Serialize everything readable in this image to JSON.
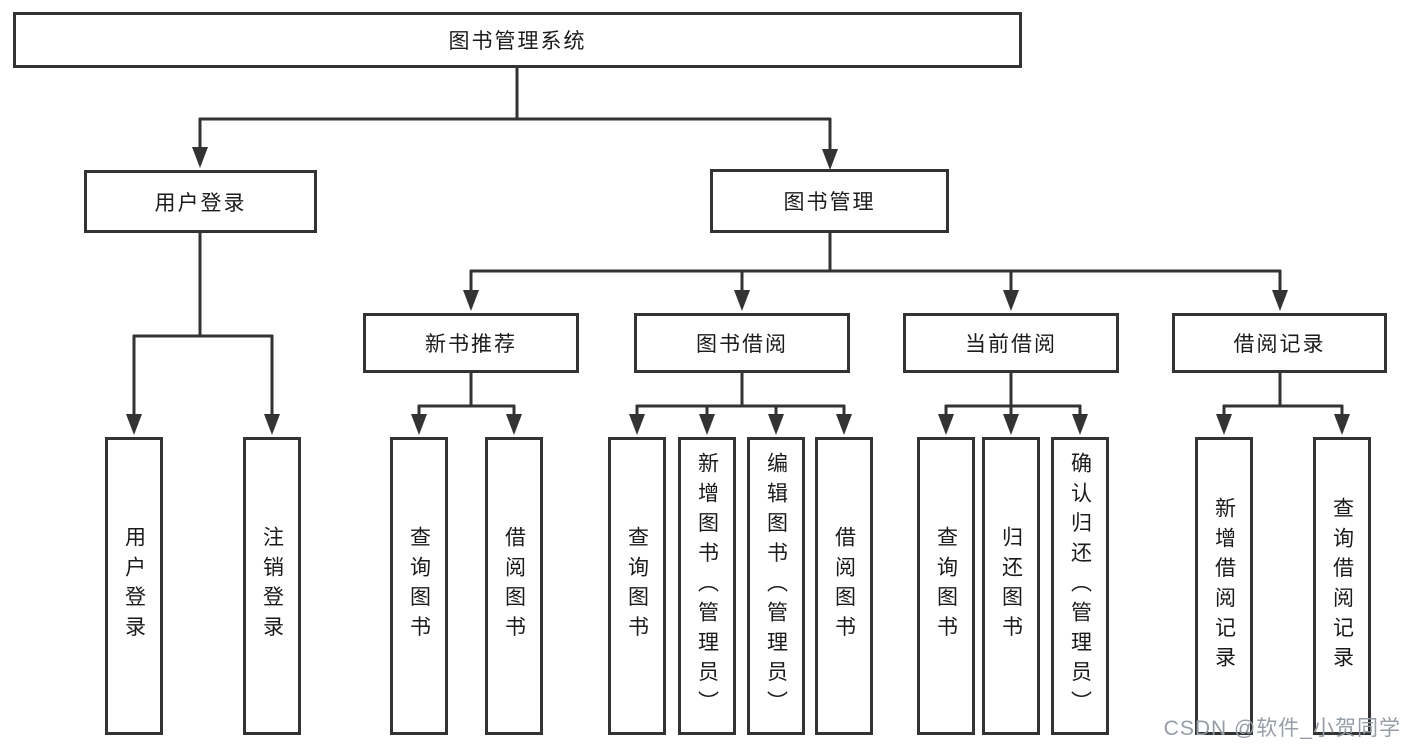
{
  "tree": {
    "label": "图书管理系统",
    "children": [
      {
        "label": "用户登录",
        "children": [
          {
            "label": "用户登录"
          },
          {
            "label": "注销登录"
          }
        ]
      },
      {
        "label": "图书管理",
        "children": [
          {
            "label": "新书推荐",
            "children": [
              {
                "label": "查询图书"
              },
              {
                "label": "借阅图书"
              }
            ]
          },
          {
            "label": "图书借阅",
            "children": [
              {
                "label": "查询图书"
              },
              {
                "label": "新增图书（管理员）"
              },
              {
                "label": "编辑图书（管理员）"
              },
              {
                "label": "借阅图书"
              }
            ]
          },
          {
            "label": "当前借阅",
            "children": [
              {
                "label": "查询图书"
              },
              {
                "label": "归还图书"
              },
              {
                "label": "确认归还（管理员）"
              }
            ]
          },
          {
            "label": "借阅记录",
            "children": [
              {
                "label": "新增借阅记录"
              },
              {
                "label": "查询借阅记录"
              }
            ]
          }
        ]
      }
    ]
  },
  "watermark": "CSDN @软件_小贺同学",
  "colors": {
    "line": "#333333",
    "text": "#1b1b1b",
    "watermark": "#979da6",
    "background": "#ffffff"
  }
}
